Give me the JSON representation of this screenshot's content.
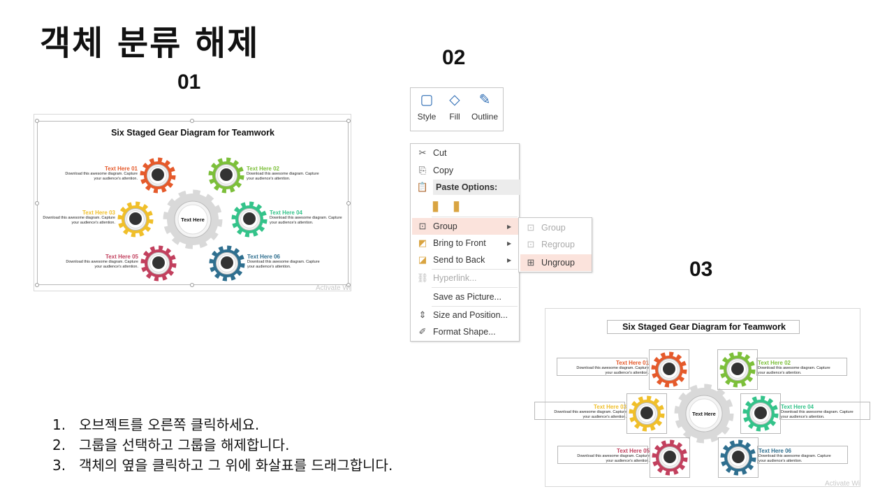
{
  "slide": {
    "title": "객체 분류 해제",
    "step_numbers": [
      "01",
      "02",
      "03"
    ],
    "instructions": [
      {
        "num": "1.",
        "text": "오브젝트를 오른쪽 클릭하세요."
      },
      {
        "num": "2.",
        "text": "그룹을 선택하고 그룹을 해제합니다."
      },
      {
        "num": "3.",
        "text": "객체의 옆을 클릭하고 그 위에 화살표를 드래그합니다."
      }
    ]
  },
  "diagram": {
    "title": "Six Staged Gear Diagram for Teamwork",
    "center_label": "Text Here",
    "desc_line1": "Download this awesome diagram. Capture",
    "desc_line2": "your audience's attention.",
    "watermark": "Activate Wi",
    "stages": [
      {
        "label": "Text Here 01",
        "color": "#e55a2b",
        "icon": "magnifier-icon"
      },
      {
        "label": "Text Here 02",
        "color": "#7cbf3a",
        "icon": "cloud-upload-icon"
      },
      {
        "label": "Text Here 03",
        "color": "#f0bf2a",
        "icon": "team-icon"
      },
      {
        "label": "Text Here 04",
        "color": "#34c38a",
        "icon": "lightbulb-icon"
      },
      {
        "label": "Text Here 05",
        "color": "#c2405e",
        "icon": "cloud-network-icon"
      },
      {
        "label": "Text Here 06",
        "color": "#2f6f8f",
        "icon": "presentation-board-icon"
      }
    ]
  },
  "toolbar": {
    "style": "Style",
    "fill": "Fill",
    "outline": "Outline"
  },
  "context_menu": {
    "cut": "Cut",
    "copy": "Copy",
    "paste_options": "Paste Options:",
    "group": "Group",
    "bring_to_front": "Bring to Front",
    "send_to_back": "Send to Back",
    "hyperlink": "Hyperlink...",
    "save_as_picture": "Save as Picture...",
    "size_and_position": "Size and Position...",
    "format_shape": "Format Shape..."
  },
  "submenu": {
    "group": "Group",
    "regroup": "Regroup",
    "ungroup": "Ungroup"
  },
  "colors": {
    "highlight": "#fbe3dc",
    "center_gear": "#d9d9d9"
  }
}
